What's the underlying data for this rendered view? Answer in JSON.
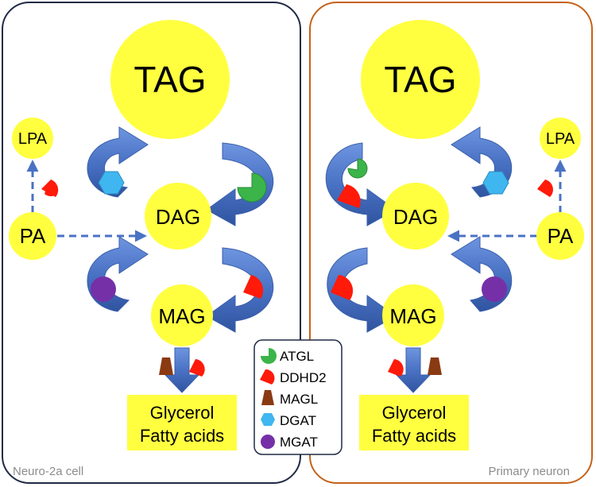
{
  "panels": [
    {
      "label": "Neuro-2a cell",
      "border_color": "#1f2a44"
    },
    {
      "label": "Primary neuron",
      "border_color": "#c4621a"
    }
  ],
  "nodes": {
    "tag": "TAG",
    "dag": "DAG",
    "mag": "MAG",
    "pa": "PA",
    "lpa": "LPA"
  },
  "products": [
    "Glycerol",
    "Fatty acids"
  ],
  "legend": [
    {
      "label": "ATGL",
      "icon": "pacman-icon",
      "color": "#3bb54a"
    },
    {
      "label": "DDHD2",
      "icon": "half-disc-icon",
      "color": "#ff1a0a"
    },
    {
      "label": "MAGL",
      "icon": "trapezoid-icon",
      "color": "#8a3a12"
    },
    {
      "label": "DGAT",
      "icon": "hexagon-icon",
      "color": "#3fb6f0"
    },
    {
      "label": "MGAT",
      "icon": "circle-icon",
      "color": "#7530a8"
    }
  ],
  "colors": {
    "node_fill": "#ffff40",
    "arrow": "#4a72c4",
    "dash_arrow": "#4a72c4"
  }
}
